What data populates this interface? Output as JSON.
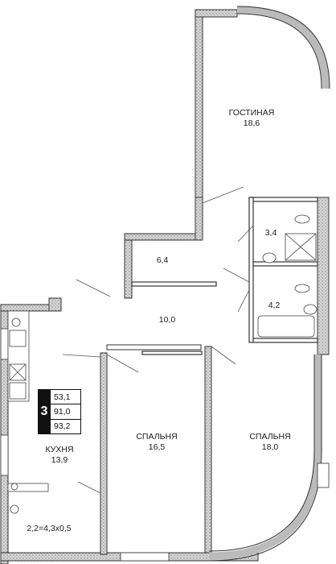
{
  "rooms": {
    "living": {
      "name": "ГОСТИНАЯ",
      "area": "18,6"
    },
    "bath": {
      "area": "3,4"
    },
    "closet": {
      "area": "6,4"
    },
    "toilet": {
      "area": "4,2"
    },
    "hall": {
      "area": "10,0"
    },
    "bedroom_center": {
      "name": "СПАЛЬНЯ",
      "area": "16,5"
    },
    "bedroom_right": {
      "name": "СПАЛЬНЯ",
      "area": "18,0"
    },
    "kitchen": {
      "name": "КУХНЯ",
      "area": "13,9"
    },
    "balcony": {
      "label": "2,2=4,3x0,5"
    }
  },
  "summary": {
    "rooms_count": "3",
    "living_area": "53,1",
    "total_area": "91,0",
    "total_with_balcony": "93,2"
  },
  "colors": {
    "wall": "#555555",
    "wall_hatch": "#9a9a9a",
    "line": "#333333",
    "badge_fill": "#111111"
  }
}
